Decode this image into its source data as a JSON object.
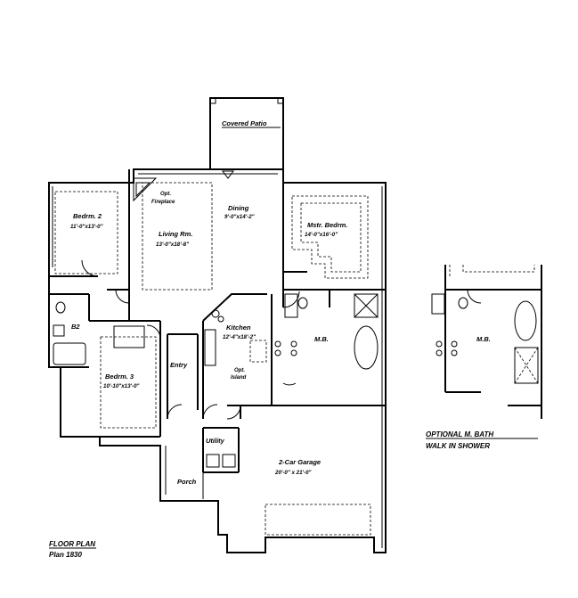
{
  "labels": {
    "covered_patio": "Covered Patio",
    "dining": "Dining",
    "dining_dim": "9'-0\"x14'-2\"",
    "opt_fireplace_1": "Opt.",
    "opt_fireplace_2": "Fireplace",
    "bedroom2": "Bedrm. 2",
    "bedroom2_dim": "11'-0\"x13'-0\"",
    "living": "Living Rm.",
    "living_dim": "13'-0\"x18'-8\"",
    "master": "Mstr. Bedrm.",
    "master_dim": "14'-0\"x16'-0\"",
    "bath2": "B2",
    "kitchen": "Kitchen",
    "kitchen_dim": "12'-4\"x18'-2\"",
    "mb": "M.B.",
    "opt_island_1": "Opt.",
    "opt_island_2": "Island",
    "entry": "Entry",
    "bedroom3": "Bedrm. 3",
    "bedroom3_dim": "10'-10\"x13'-0\"",
    "utility": "Utility",
    "garage": "2-Car Garage",
    "garage_dim": "20'-0\" x 21'-0\"",
    "porch": "Porch",
    "optional_mb": "M.B.",
    "optional_caption_1": "OPTIONAL M. BATH",
    "optional_caption_2": "WALK IN SHOWER",
    "title": "FLOOR PLAN",
    "subtitle": "Plan 1830"
  }
}
